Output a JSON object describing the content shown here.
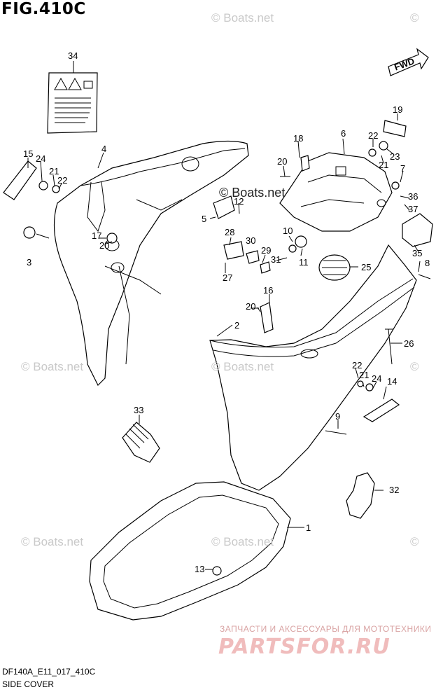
{
  "title": "FIG.410C",
  "drawing_code": "DF140A_E11_017_410C",
  "subtitle": "SIDE COVER",
  "fwd_label": "FWD",
  "watermark": "© Boats.net",
  "watermark_short": "©",
  "watermark_right": "© ",
  "promo_line": "ЗАПЧАСТИ И АКСЕССУАРЫ ДЛЯ МОТОТЕХНИКИ",
  "brand": "PARTSFOR.RU",
  "parts": [
    "34",
    "15",
    "24",
    "21",
    "22",
    "4",
    "3",
    "17",
    "20",
    "18",
    "6",
    "22",
    "19",
    "23",
    "20",
    "21",
    "7",
    "36",
    "37",
    "12",
    "5",
    "28",
    "30",
    "29",
    "31",
    "27",
    "10",
    "11",
    "25",
    "35",
    "8",
    "16",
    "20",
    "2",
    "26",
    "22",
    "21",
    "24",
    "14",
    "33",
    "9",
    "32",
    "1",
    "13"
  ]
}
